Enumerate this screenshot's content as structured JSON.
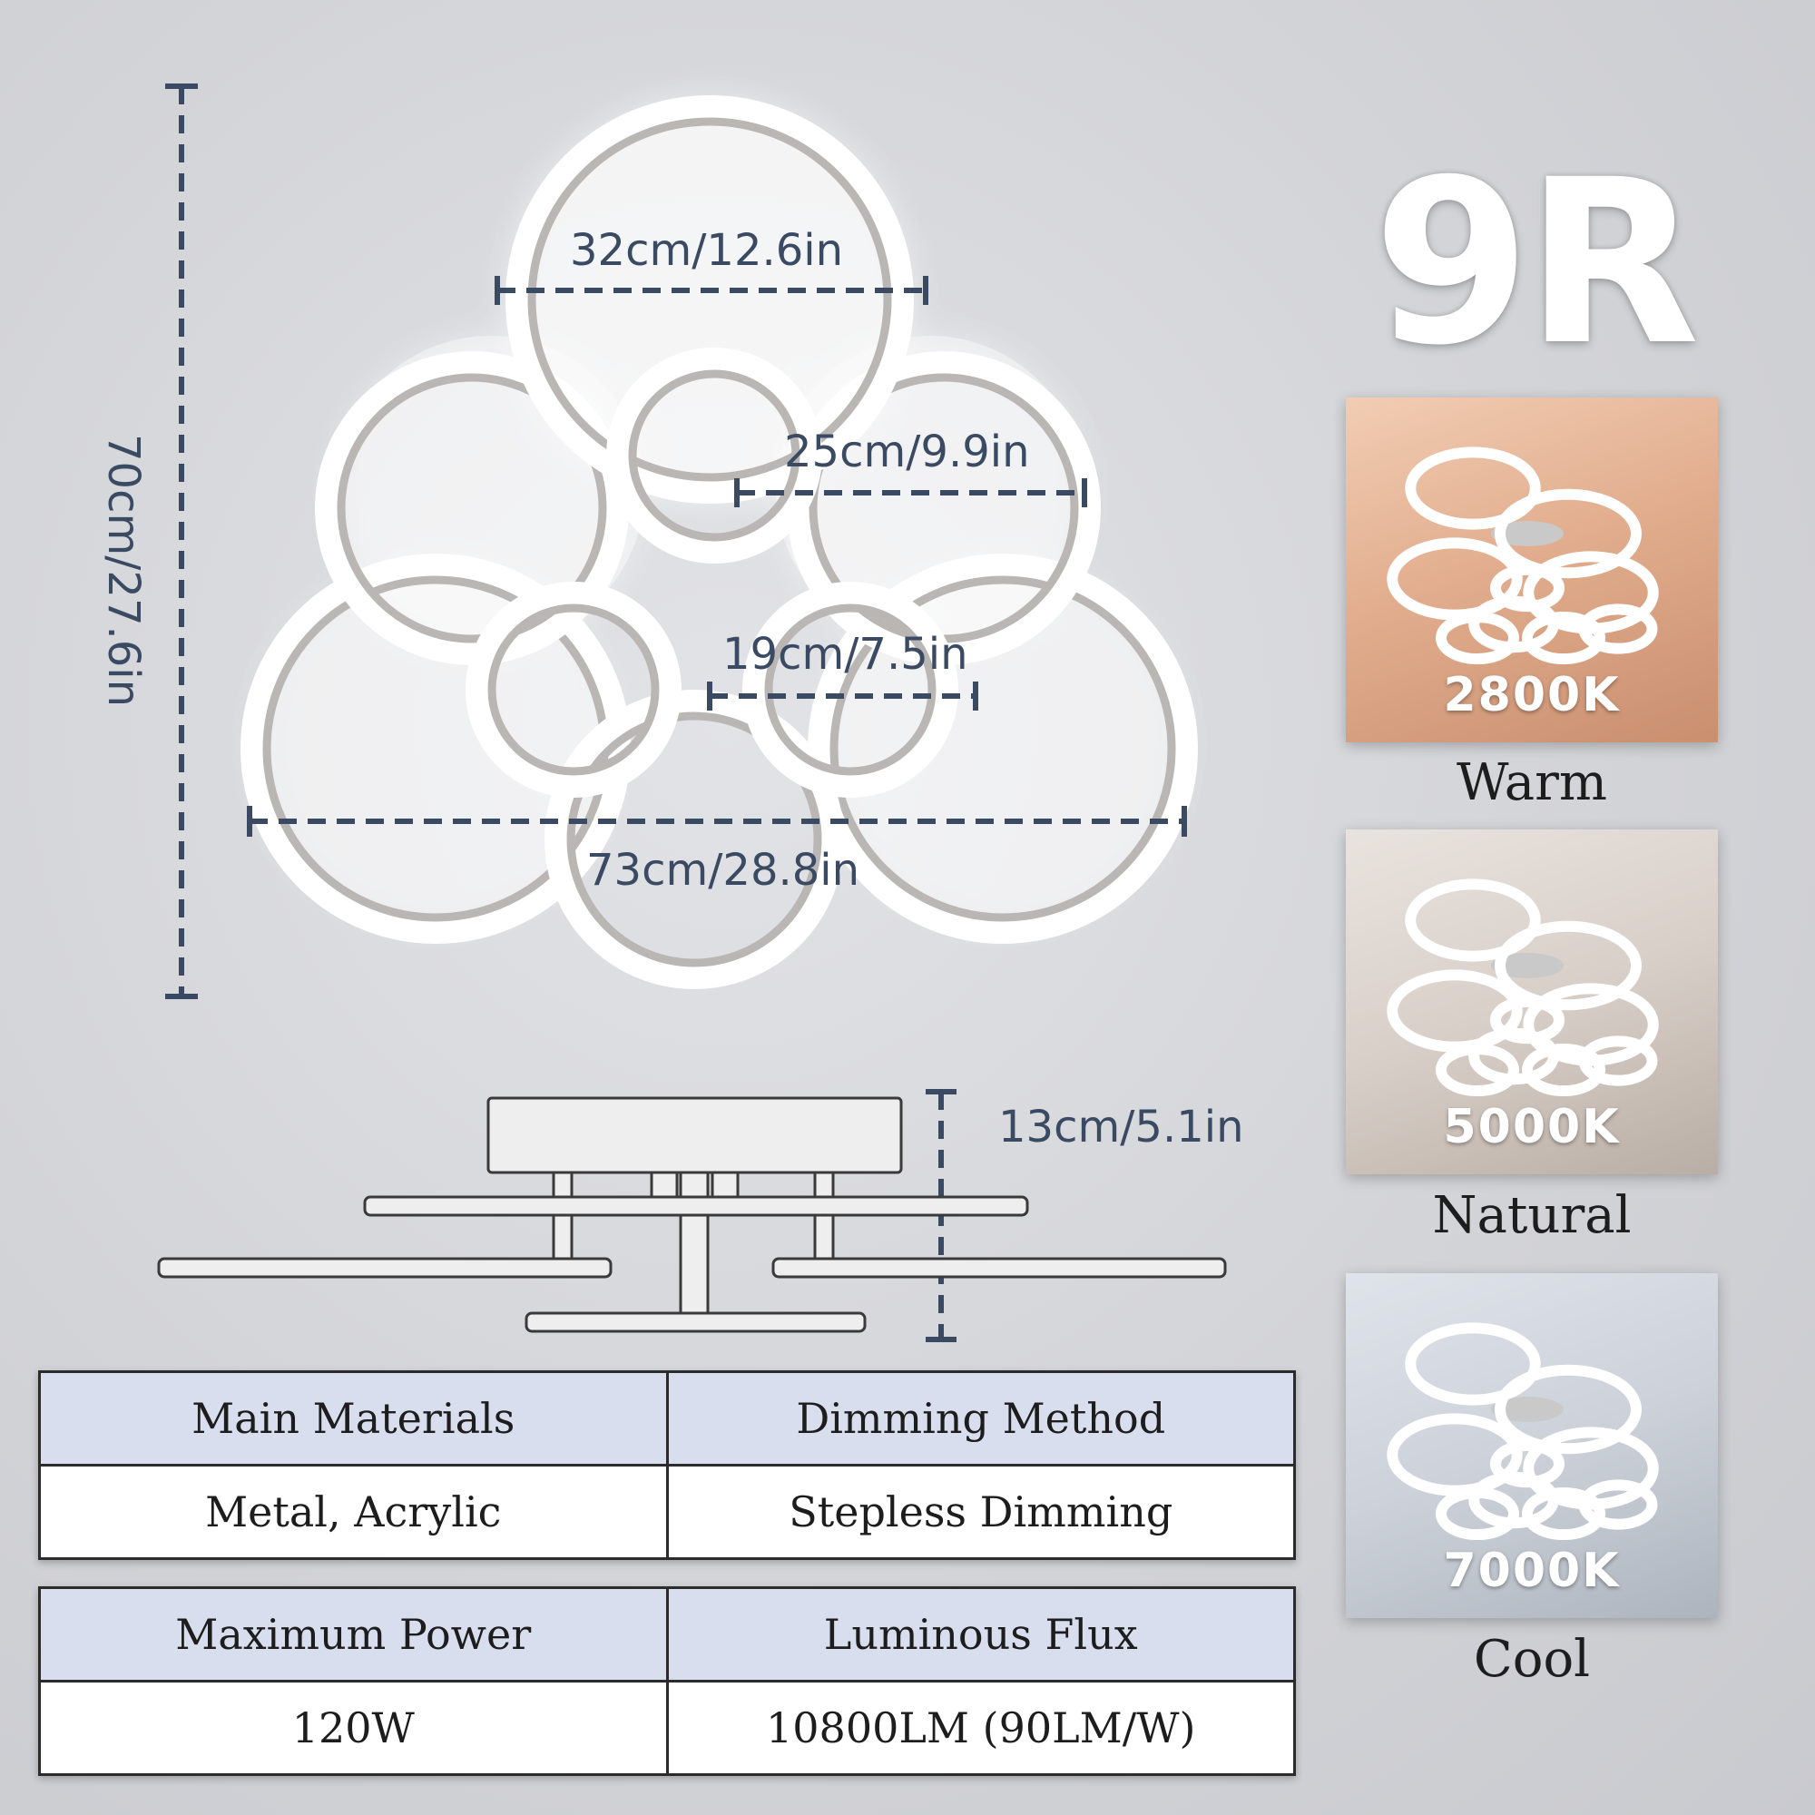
{
  "product": {
    "model": "9R"
  },
  "dimensions": {
    "top_ring": "32cm/12.6in",
    "mid_ring": "25cm/9.9in",
    "small_ring": "19cm/7.5in",
    "total_width": "73cm/28.8in",
    "total_height": "70cm/27.6in",
    "depth": "13cm/5.1in"
  },
  "color_modes": [
    {
      "temperature": "2800K",
      "name": "Warm"
    },
    {
      "temperature": "5000K",
      "name": "Natural"
    },
    {
      "temperature": "7000K",
      "name": "Cool"
    }
  ],
  "specs": [
    {
      "left_label": "Main Materials",
      "left_value": "Metal, Acrylic",
      "right_label": "Dimming Method",
      "right_value": "Stepless Dimming"
    },
    {
      "left_label": "Maximum Power",
      "left_value": "120W",
      "right_label": "Luminous Flux",
      "right_value": "10800LM (90LM/W)"
    }
  ],
  "colors": {
    "dimension_line": "#3a4a63",
    "ring_inner": "#b9b6b4",
    "ring_light": "#ffffff",
    "warm_bg": "#d9a88a",
    "natural_bg": "#d8cfc8",
    "cool_bg": "#cdd2da",
    "table_header_bg": "#d9deef"
  }
}
